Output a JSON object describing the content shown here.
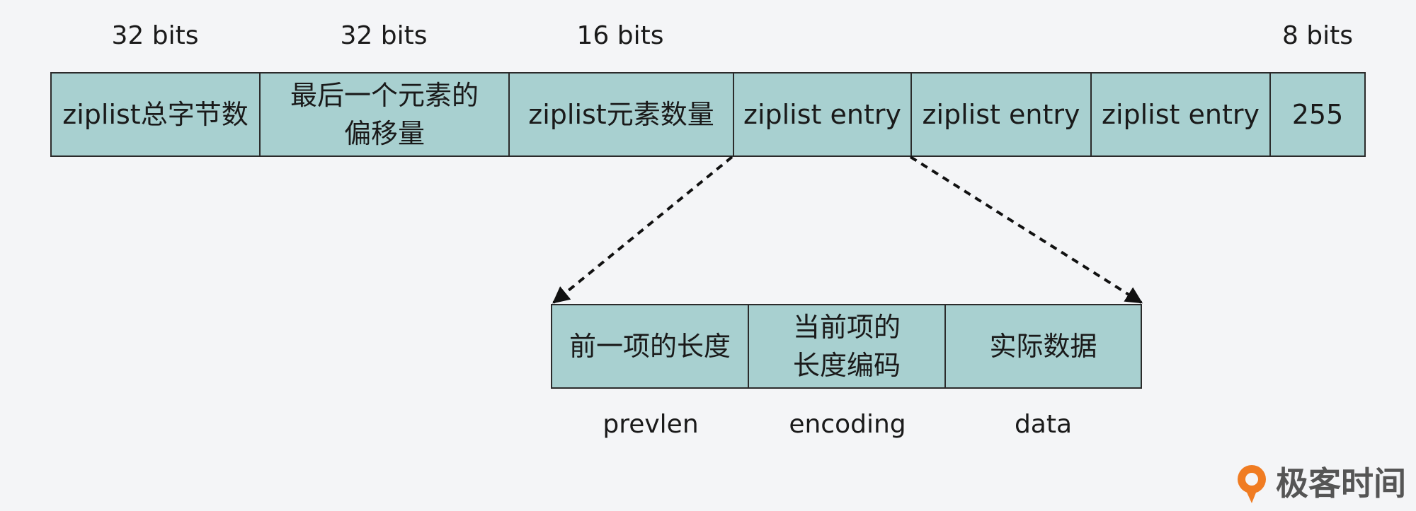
{
  "top_bits": [
    "32 bits",
    "32 bits",
    "16 bits",
    "8 bits"
  ],
  "ziplist_cells": [
    "ziplist总字节数",
    "最后一个元素的\n偏移量",
    "ziplist元素数量",
    "ziplist entry",
    "ziplist entry",
    "ziplist entry",
    "255"
  ],
  "entry_cells": [
    "前一项的长度",
    "当前项的\n长度编码",
    "实际数据"
  ],
  "entry_fields": [
    "prevlen",
    "encoding",
    "data"
  ],
  "logo_text": "极客时间",
  "colors": {
    "cell_fill": "#a8d0d0",
    "border": "#2b2b2b",
    "logo_orange": "#f07c22"
  }
}
